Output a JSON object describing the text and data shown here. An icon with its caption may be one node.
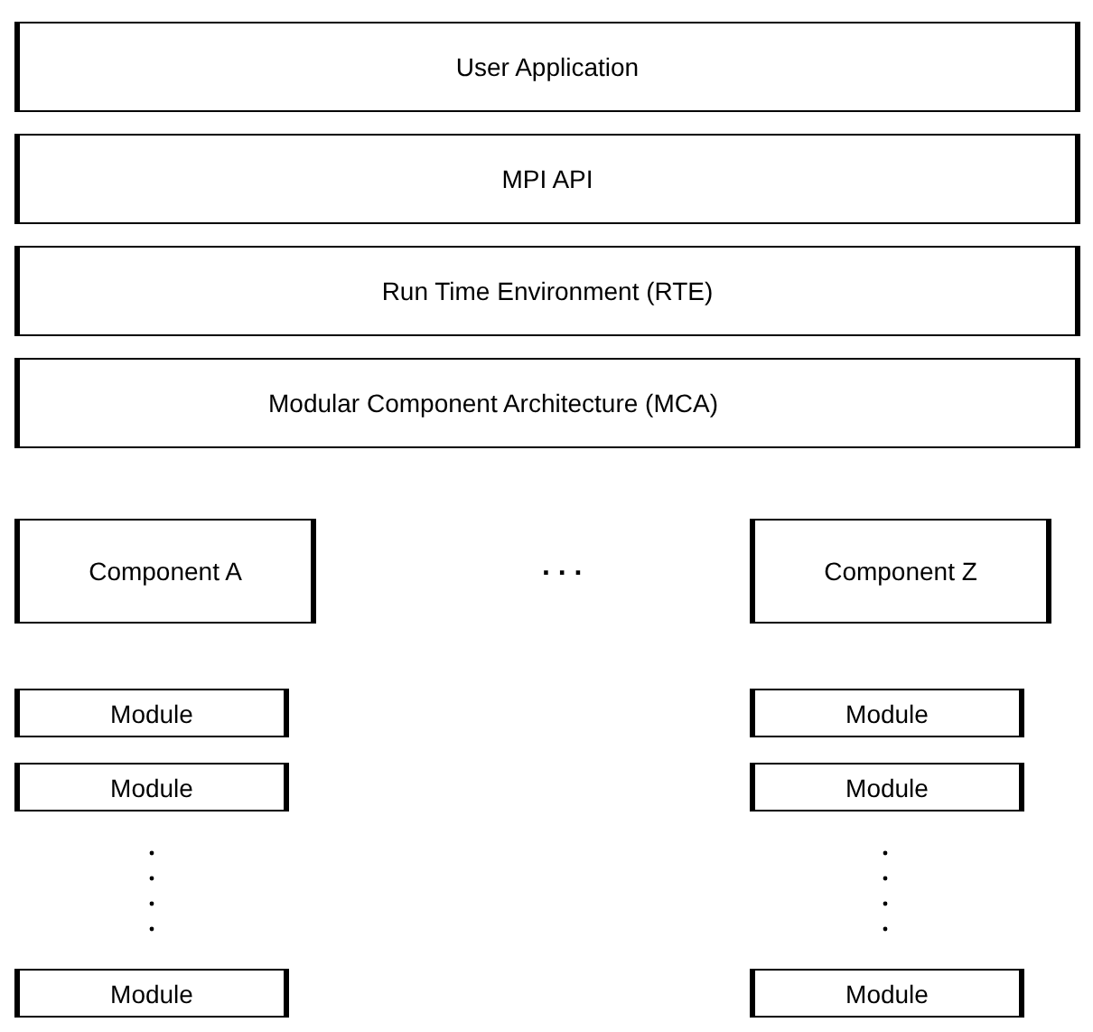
{
  "diagram": {
    "nodes": [
      {
        "text": [
          "User Application"
        ]
      },
      {
        "text": [
          "MPI API"
        ]
      },
      {
        "text": [
          "Run Time Environment (RTE)"
        ]
      },
      {
        "text": [
          "Modular Component Architecture (MCA)"
        ]
      },
      {
        "text": [
          "Component A"
        ]
      },
      {
        "text": [
          "Component Z"
        ]
      },
      {
        "text": [
          "Module"
        ]
      },
      {
        "text": [
          "Module"
        ]
      },
      {
        "text": [
          "Module"
        ]
      },
      {
        "text": [
          "Module"
        ]
      },
      {
        "text": [
          "Module"
        ]
      },
      {
        "text": [
          "Module"
        ]
      }
    ],
    "edges": [],
    "labels": [
      ". . ."
    ]
  }
}
